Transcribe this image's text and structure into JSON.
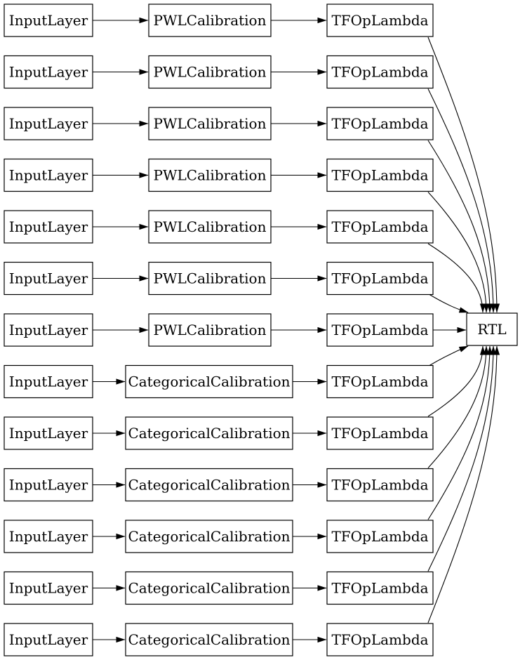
{
  "diagram": {
    "kind": "model-graph",
    "sink": {
      "label": "RTL"
    },
    "rows": [
      {
        "input_label": "InputLayer",
        "calibration_label": "PWLCalibration",
        "calibration_type": "pwl",
        "lambda_label": "TFOpLambda"
      },
      {
        "input_label": "InputLayer",
        "calibration_label": "PWLCalibration",
        "calibration_type": "pwl",
        "lambda_label": "TFOpLambda"
      },
      {
        "input_label": "InputLayer",
        "calibration_label": "PWLCalibration",
        "calibration_type": "pwl",
        "lambda_label": "TFOpLambda"
      },
      {
        "input_label": "InputLayer",
        "calibration_label": "PWLCalibration",
        "calibration_type": "pwl",
        "lambda_label": "TFOpLambda"
      },
      {
        "input_label": "InputLayer",
        "calibration_label": "PWLCalibration",
        "calibration_type": "pwl",
        "lambda_label": "TFOpLambda"
      },
      {
        "input_label": "InputLayer",
        "calibration_label": "PWLCalibration",
        "calibration_type": "pwl",
        "lambda_label": "TFOpLambda"
      },
      {
        "input_label": "InputLayer",
        "calibration_label": "PWLCalibration",
        "calibration_type": "pwl",
        "lambda_label": "TFOpLambda"
      },
      {
        "input_label": "InputLayer",
        "calibration_label": "CategoricalCalibration",
        "calibration_type": "categorical",
        "lambda_label": "TFOpLambda"
      },
      {
        "input_label": "InputLayer",
        "calibration_label": "CategoricalCalibration",
        "calibration_type": "categorical",
        "lambda_label": "TFOpLambda"
      },
      {
        "input_label": "InputLayer",
        "calibration_label": "CategoricalCalibration",
        "calibration_type": "categorical",
        "lambda_label": "TFOpLambda"
      },
      {
        "input_label": "InputLayer",
        "calibration_label": "CategoricalCalibration",
        "calibration_type": "categorical",
        "lambda_label": "TFOpLambda"
      },
      {
        "input_label": "InputLayer",
        "calibration_label": "CategoricalCalibration",
        "calibration_type": "categorical",
        "lambda_label": "TFOpLambda"
      },
      {
        "input_label": "InputLayer",
        "calibration_label": "CategoricalCalibration",
        "calibration_type": "categorical",
        "lambda_label": "TFOpLambda"
      }
    ],
    "colors": {
      "background": "#ffffff",
      "node_fill": "#ffffff",
      "node_stroke": "#000000",
      "edge": "#000000",
      "text": "#000000"
    }
  }
}
